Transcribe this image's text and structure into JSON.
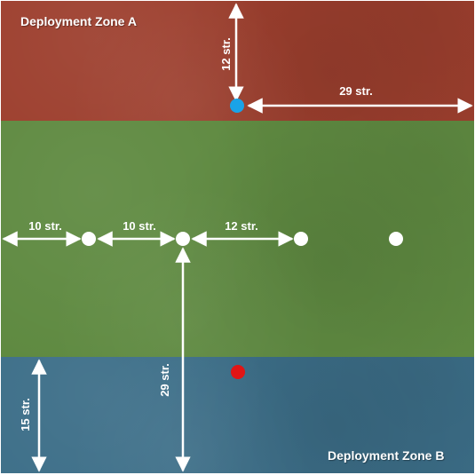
{
  "zones": {
    "a": {
      "title": "Deployment Zone A",
      "color": "#9d3f2e"
    },
    "mid": {
      "color": "#5f8a41"
    },
    "b": {
      "title": "Deployment Zone B",
      "color": "#3c6e88"
    }
  },
  "objectives": {
    "blue_color": "#1aa3e8",
    "red_color": "#e01515",
    "neutral_color": "#ffffff",
    "neutral_count": 4
  },
  "measurements": {
    "zone_a_depth": "12 str.",
    "blue_to_right_edge": "29 str.",
    "left_edge_to_first": "10 str.",
    "first_to_second": "10 str.",
    "second_to_third": "12 str.",
    "zone_b_depth": "15 str.",
    "second_to_bottom_edge": "29 str."
  }
}
